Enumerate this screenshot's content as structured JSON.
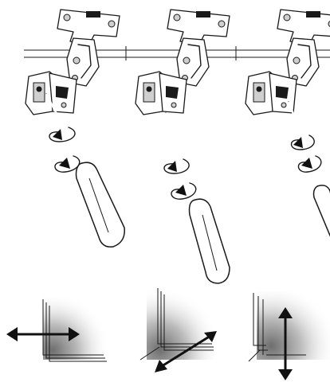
{
  "steps": [
    {
      "id": "step-1",
      "adjustment": "horizontal",
      "rotation": "clockwise"
    },
    {
      "id": "step-2",
      "adjustment": "depth",
      "rotation": "clockwise"
    },
    {
      "id": "step-3",
      "adjustment": "vertical",
      "rotation": "clockwise"
    }
  ],
  "colors": {
    "ink": "#1a1a1a",
    "background": "#ffffff",
    "shadow": "#7a7a7a"
  },
  "icons": [
    "hinge-icon",
    "screwdriver-icon",
    "rotation-arrow-icon",
    "double-arrow-icon",
    "door-corner-icon"
  ]
}
